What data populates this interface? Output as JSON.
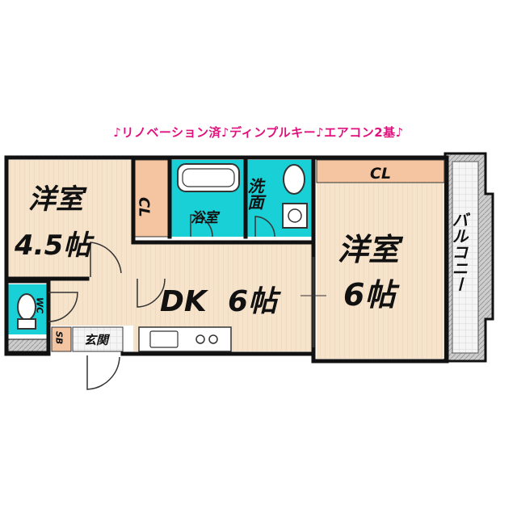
{
  "banner": "♪リノベーション済♪ディンプルキー♪エアコン2基♪",
  "colors": {
    "banner": "#e0107c",
    "room": "#f5e0c7",
    "bath": "#19d0d6",
    "wall": "#111111",
    "balcony": "#cfcfcf",
    "closet": "#f4c5a0"
  },
  "rooms": {
    "western_small_name": "洋室",
    "western_small_size": "4.5帖",
    "closet_left": "CL",
    "bathroom": "浴室",
    "washroom": "洗面",
    "western_large_name": "洋室",
    "western_large_size": "6帖",
    "closet_right": "CL",
    "dk": "DK",
    "dk_size": "6帖",
    "toilet": "WC",
    "shoebox": "SB",
    "entrance": "玄関",
    "balcony": "バルコニー"
  }
}
